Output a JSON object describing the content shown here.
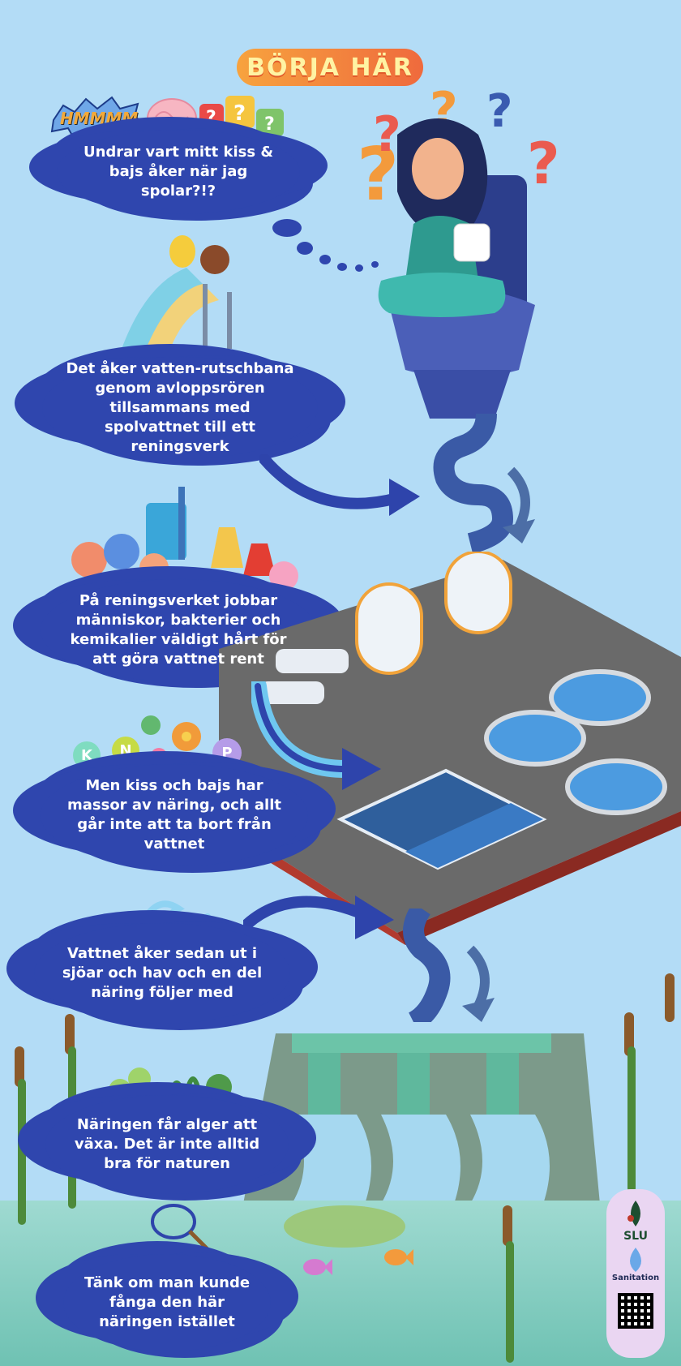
{
  "header": {
    "title": "BÖRJA HÄR",
    "hmmm": "HMMMM"
  },
  "steps": [
    {
      "text": "Undrar vart mitt kiss & bajs åker när jag spolar?!?"
    },
    {
      "text": "Det åker vatten-rutschbana genom avloppsrören tillsammans med spolvattnet till ett reningsverk"
    },
    {
      "text": "På reningsverket jobbar människor, bakterier och kemikalier väldigt hårt för att göra vattnet rent"
    },
    {
      "text": "Men kiss och bajs har massor av näring, och allt går inte att ta bort från vattnet"
    },
    {
      "text": "Vattnet åker sedan ut i sjöar och hav och en del näring följer med"
    },
    {
      "text": "Näringen får alger att växa. Det är inte alltid bra för naturen"
    },
    {
      "text": "Tänk om man kunde fånga den här näringen istället"
    }
  ],
  "nutrients": {
    "k": "K",
    "n": "N",
    "p": "P"
  },
  "logos": {
    "slu": "SLU",
    "sanitation": "Sanitation"
  },
  "colors": {
    "cloud": "#2f46ae",
    "background": "#b3dcf6",
    "badge": "#ef6a3d",
    "pipe": "#3a5aa6"
  }
}
